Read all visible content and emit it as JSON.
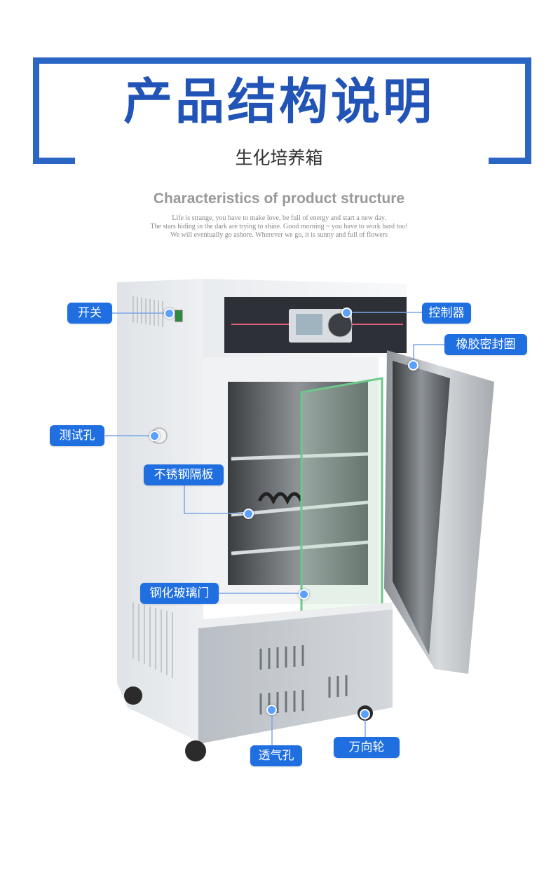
{
  "header": {
    "title": "产品结构说明",
    "subtitle": "生化培养箱",
    "en_title": "Characteristics of product structure",
    "en_lines": [
      "Life is strange, you have to make love, be full of energy and start a new day.",
      "The stars hiding in the dark are trying to shine. Good morning ~ you have to work hard too!",
      "We will eventually go ashore. Wherever we go, it is sunny and full of flowers"
    ]
  },
  "labels": {
    "switch": "开关",
    "controller": "控制器",
    "rubber_seal": "橡胶密封圈",
    "test_hole": "测试孔",
    "steel_shelf": "不锈钢隔板",
    "glass_door": "钢化玻璃门",
    "vent": "透气孔",
    "caster": "万向轮"
  },
  "colors": {
    "accent": "#1f6fe0",
    "frame": "#2b66c4",
    "title": "#2254b8"
  }
}
